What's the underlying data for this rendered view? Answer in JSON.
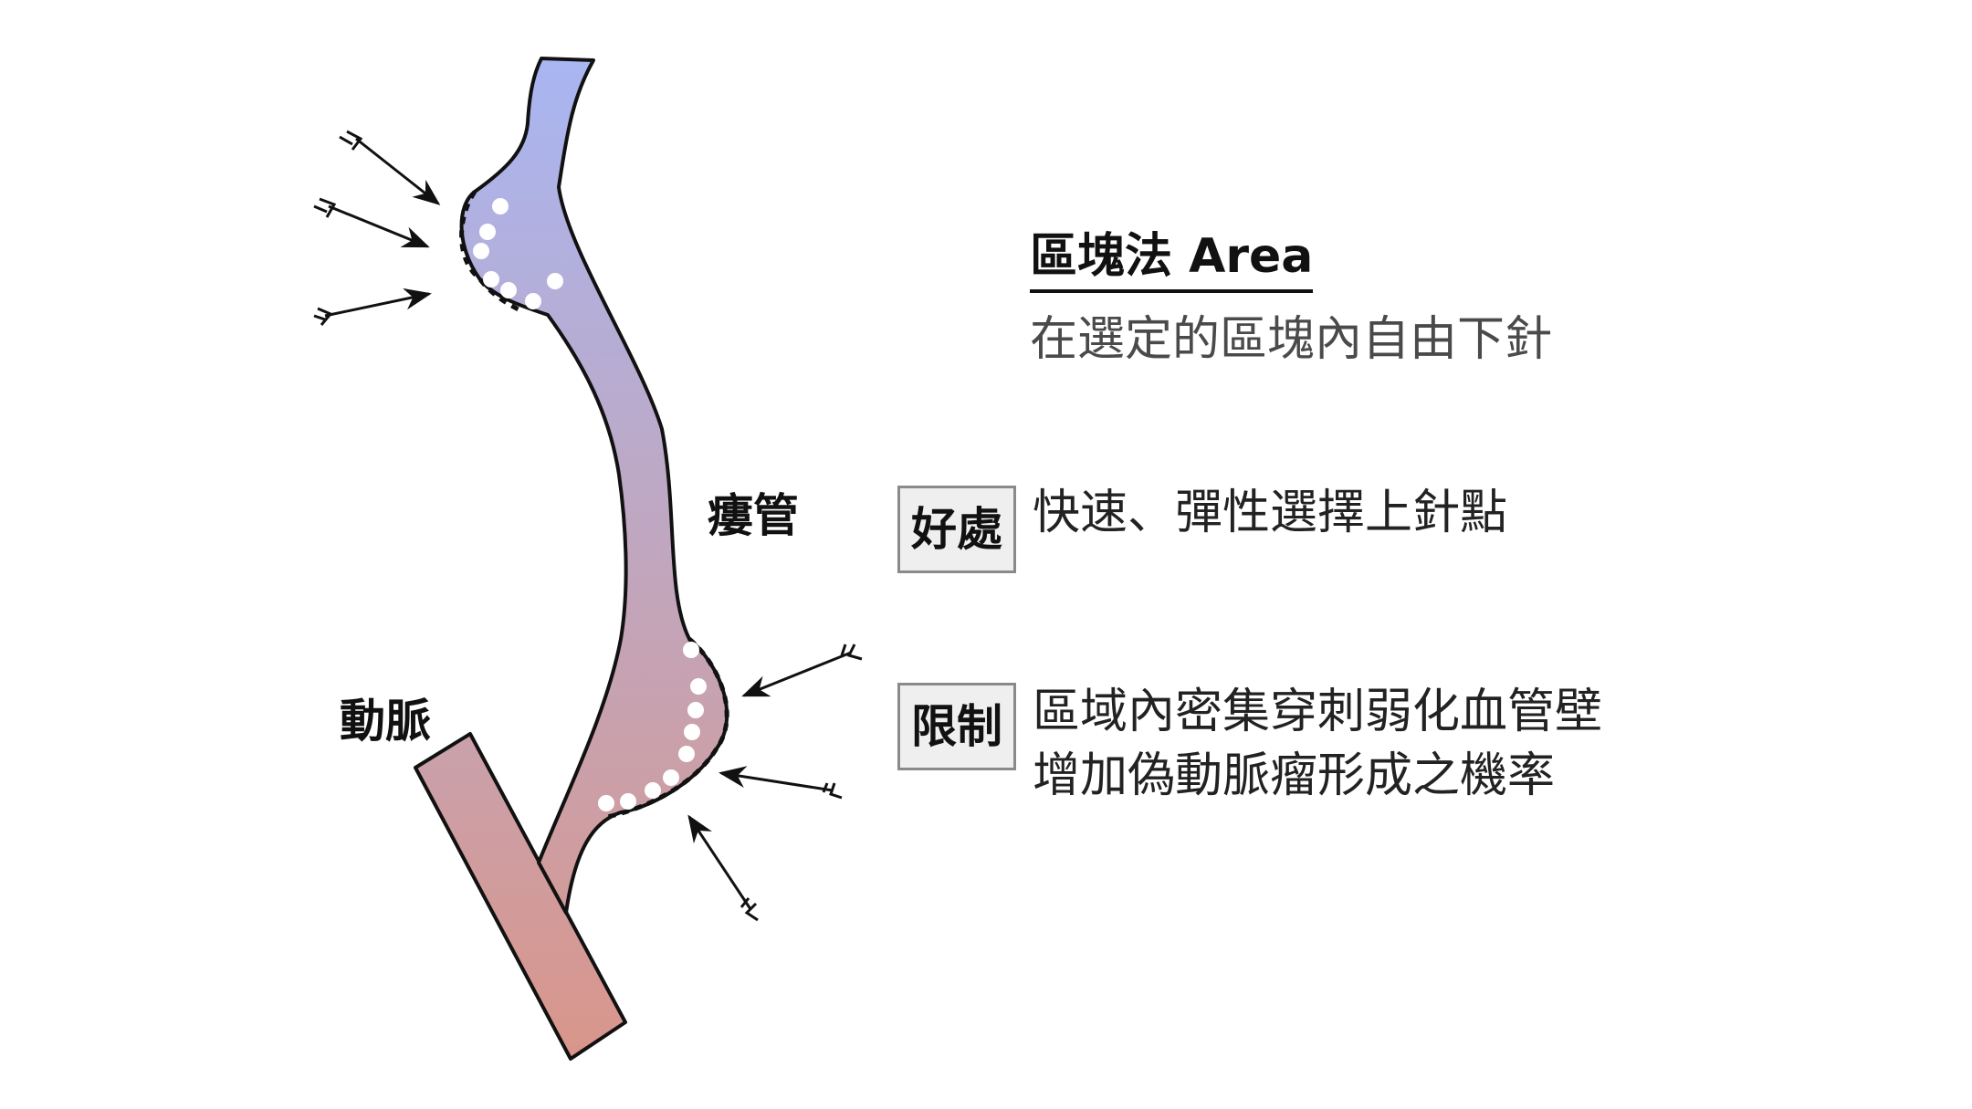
{
  "diagram": {
    "labels": {
      "fistula": "瘻管",
      "artery": "動脈"
    },
    "colors": {
      "vessel_top": "#a8b6f2",
      "vessel_bottom": "#d9968a",
      "outline": "#111111",
      "dots": "#ffffff",
      "arrows": "#111111"
    }
  },
  "method": {
    "title": "區塊法 Area",
    "subtitle": "在選定的區塊內自由下針"
  },
  "benefit": {
    "tag": "好處",
    "text": "快速、彈性選擇上針點"
  },
  "limitation": {
    "tag": "限制",
    "lines": [
      "區域內密集穿刺弱化血管壁",
      "增加偽動脈瘤形成之機率"
    ]
  }
}
